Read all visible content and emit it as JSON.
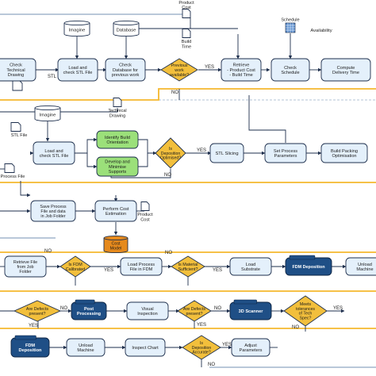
{
  "nodes": {
    "check_technical_drawing": [
      "Check",
      "Technical",
      "Drawing"
    ],
    "load_check_stl_1": [
      "Load and",
      "check STL File"
    ],
    "check_database": [
      "Check",
      "Database for",
      "previous work"
    ],
    "previous_work_available": [
      "Previous",
      "work",
      "available?"
    ],
    "retrieve_product_cost": [
      "Retrieve",
      "- Product Cost",
      "- Build Time"
    ],
    "check_schedule": [
      "Check",
      "Schedule"
    ],
    "compute_delivery_time": [
      "Compute",
      "Delivery Time"
    ],
    "imagine_1": "Imagine",
    "database": "Database",
    "stl_file_1": "STL File",
    "product_cost_doc": [
      "Product",
      "Cost"
    ],
    "build_time_doc": [
      "Build",
      "Time"
    ],
    "schedule_doc": "Schedule",
    "availability": "Availability",
    "technical_drawing_doc": [
      "Technical",
      "Drawing"
    ],
    "imagine_2": "Imagine",
    "stl_file_2": "STL File",
    "load_check_stl_2": [
      "Load and",
      "check STL File"
    ],
    "identify_build_orientation": [
      "Identify Build",
      "Orientation"
    ],
    "develop_minimise_supports": [
      "Develop and",
      "Minimise",
      "Supports"
    ],
    "is_deposition_optimised": [
      "Is",
      "Deposition",
      "Optimised?"
    ],
    "stl_slicing": "STL Slicing",
    "set_process_parameters": [
      "Set Process",
      "Parameters"
    ],
    "build_packing_optimisation": [
      "Build Packing",
      "Optimisation"
    ],
    "process_file": "Process File",
    "save_process_file": [
      "Save Process",
      "File and data",
      "in Job Folder"
    ],
    "perform_cost_estimation": [
      "Perform Cost",
      "Estimation"
    ],
    "product_cost_doc_2": [
      "Product",
      "Cost"
    ],
    "cost_model": [
      "Cost",
      "Model"
    ],
    "retrieve_file_job_folder": [
      "Retrieve File",
      "from Job",
      "Folder"
    ],
    "is_fdm_calibrated": [
      "Is FDM",
      "Calibrated"
    ],
    "load_process_file_fdm": [
      "Load Process",
      "File in FDM"
    ],
    "is_material_sufficient": [
      "Is Material",
      "Sufficient?"
    ],
    "load_substrate": [
      "Load",
      "Substrate"
    ],
    "fdm_deposition_1": "FDM Deposition",
    "unload_machine_1": [
      "Unload",
      "Machine"
    ],
    "are_defects_present_1": [
      "Are Defects",
      "present?"
    ],
    "post_processing": [
      "Post",
      "Processing"
    ],
    "visual_inspection": [
      "Visual",
      "Inspection"
    ],
    "are_defects_present_2": [
      "Are Defects",
      "present?"
    ],
    "scanner_3d": "3D Scanner",
    "meets_tolerances": [
      "Meets",
      "tolerances",
      "of Tech",
      "Spec?"
    ],
    "fdm_deposition_2": [
      "FDM",
      "Deposition"
    ],
    "unload_machine_2": [
      "Unload",
      "Machine"
    ],
    "inspect_chart": "Inspect Chart",
    "is_deposition_accurate": [
      "Is",
      "Deposition",
      "Accurate?"
    ],
    "adjust_parameters": [
      "Adjust",
      "Parameters"
    ]
  },
  "edge_labels": {
    "yes": "YES",
    "no": "NO",
    "stl_file_label": "STL File"
  },
  "colors": {
    "process_fill": "#e4f0fb",
    "decision_fill": "#f2bf3c",
    "highlight_fill": "#9be07a",
    "dark_fill": "#1f4f86",
    "cost_model_fill": "#e68a1d",
    "lane_line": "#f5b82e"
  }
}
